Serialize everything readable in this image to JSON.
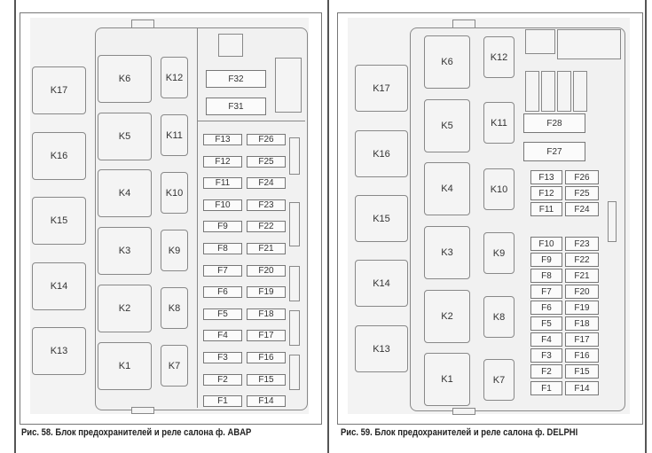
{
  "figures": [
    {
      "caption": "Рис. 58. Блок предохранителей и реле салона ф. ABAP",
      "relays_outer": [
        "K17",
        "K16",
        "K15",
        "K14",
        "K13"
      ],
      "relays_large": [
        "K6",
        "K5",
        "K4",
        "K3",
        "K2",
        "K1"
      ],
      "relays_small": [
        "K12",
        "K11",
        "K10",
        "K9",
        "K8",
        "K7"
      ],
      "fuses_large": [
        "F32",
        "F31"
      ],
      "fuses_left": [
        "F13",
        "F12",
        "F11",
        "F10",
        "F9",
        "F8",
        "F7",
        "F6",
        "F5",
        "F4",
        "F3",
        "F2",
        "F1"
      ],
      "fuses_right": [
        "F26",
        "F25",
        "F24",
        "F23",
        "F22",
        "F21",
        "F20",
        "F19",
        "F18",
        "F17",
        "F16",
        "F15",
        "F14"
      ]
    },
    {
      "caption": "Рис. 59. Блок предохранителей и реле салона ф. DELPHI",
      "relays_outer": [
        "K17",
        "K16",
        "K15",
        "K14",
        "K13"
      ],
      "relays_large": [
        "K6",
        "K5",
        "K4",
        "K3",
        "K2",
        "K1"
      ],
      "relays_small": [
        "K12",
        "K11",
        "K10",
        "K9",
        "K8",
        "K7"
      ],
      "fuses_large": [
        "F28",
        "F27"
      ],
      "fuses_left": [
        "F13",
        "F12",
        "F11",
        "F10",
        "F9",
        "F8",
        "F7",
        "F6",
        "F5",
        "F4",
        "F3",
        "F2",
        "F1"
      ],
      "fuses_right": [
        "F26",
        "F25",
        "F24",
        "F23",
        "F22",
        "F21",
        "F20",
        "F19",
        "F18",
        "F17",
        "F16",
        "F15",
        "F14"
      ]
    }
  ]
}
